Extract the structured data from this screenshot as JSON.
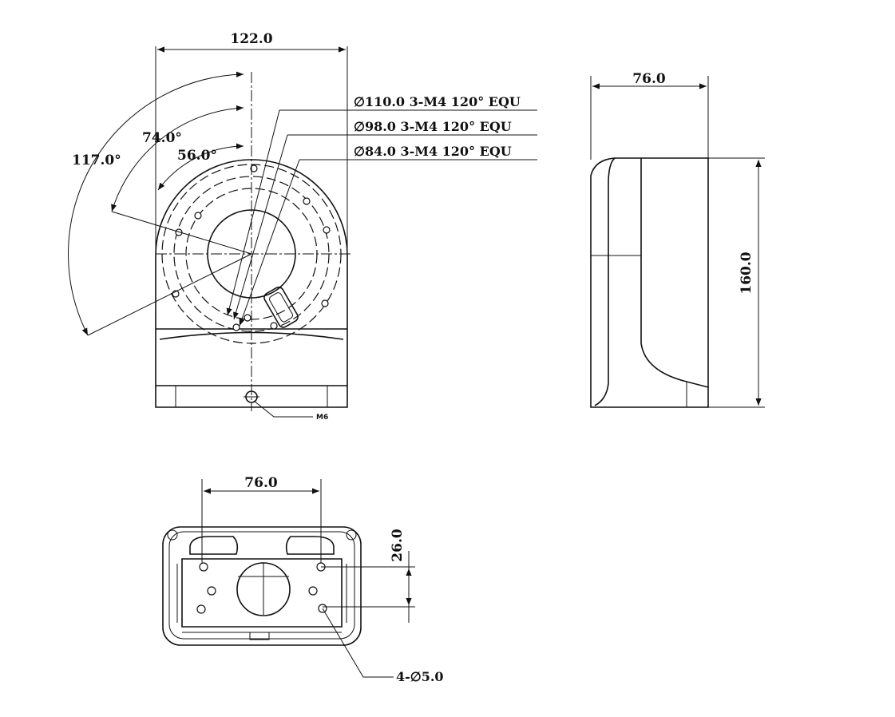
{
  "front_view": {
    "width_dim": "122.0",
    "angle_outer": "117.0°",
    "angle_mid": "74.0°",
    "angle_inner": "56.0°",
    "callout_1": "∅110.0  3-M4  120°  EQU",
    "callout_2": "∅98.0  3-M4  120°  EQU",
    "callout_3": "∅84.0  3-M4  120°  EQU",
    "thread_label": "M6"
  },
  "side_view": {
    "depth_dim": "76.0",
    "height_dim": "160.0"
  },
  "bottom_view": {
    "hole_spacing_dim": "76.0",
    "hole_offset_dim": "26.0",
    "hole_note": "4-∅5.0"
  }
}
